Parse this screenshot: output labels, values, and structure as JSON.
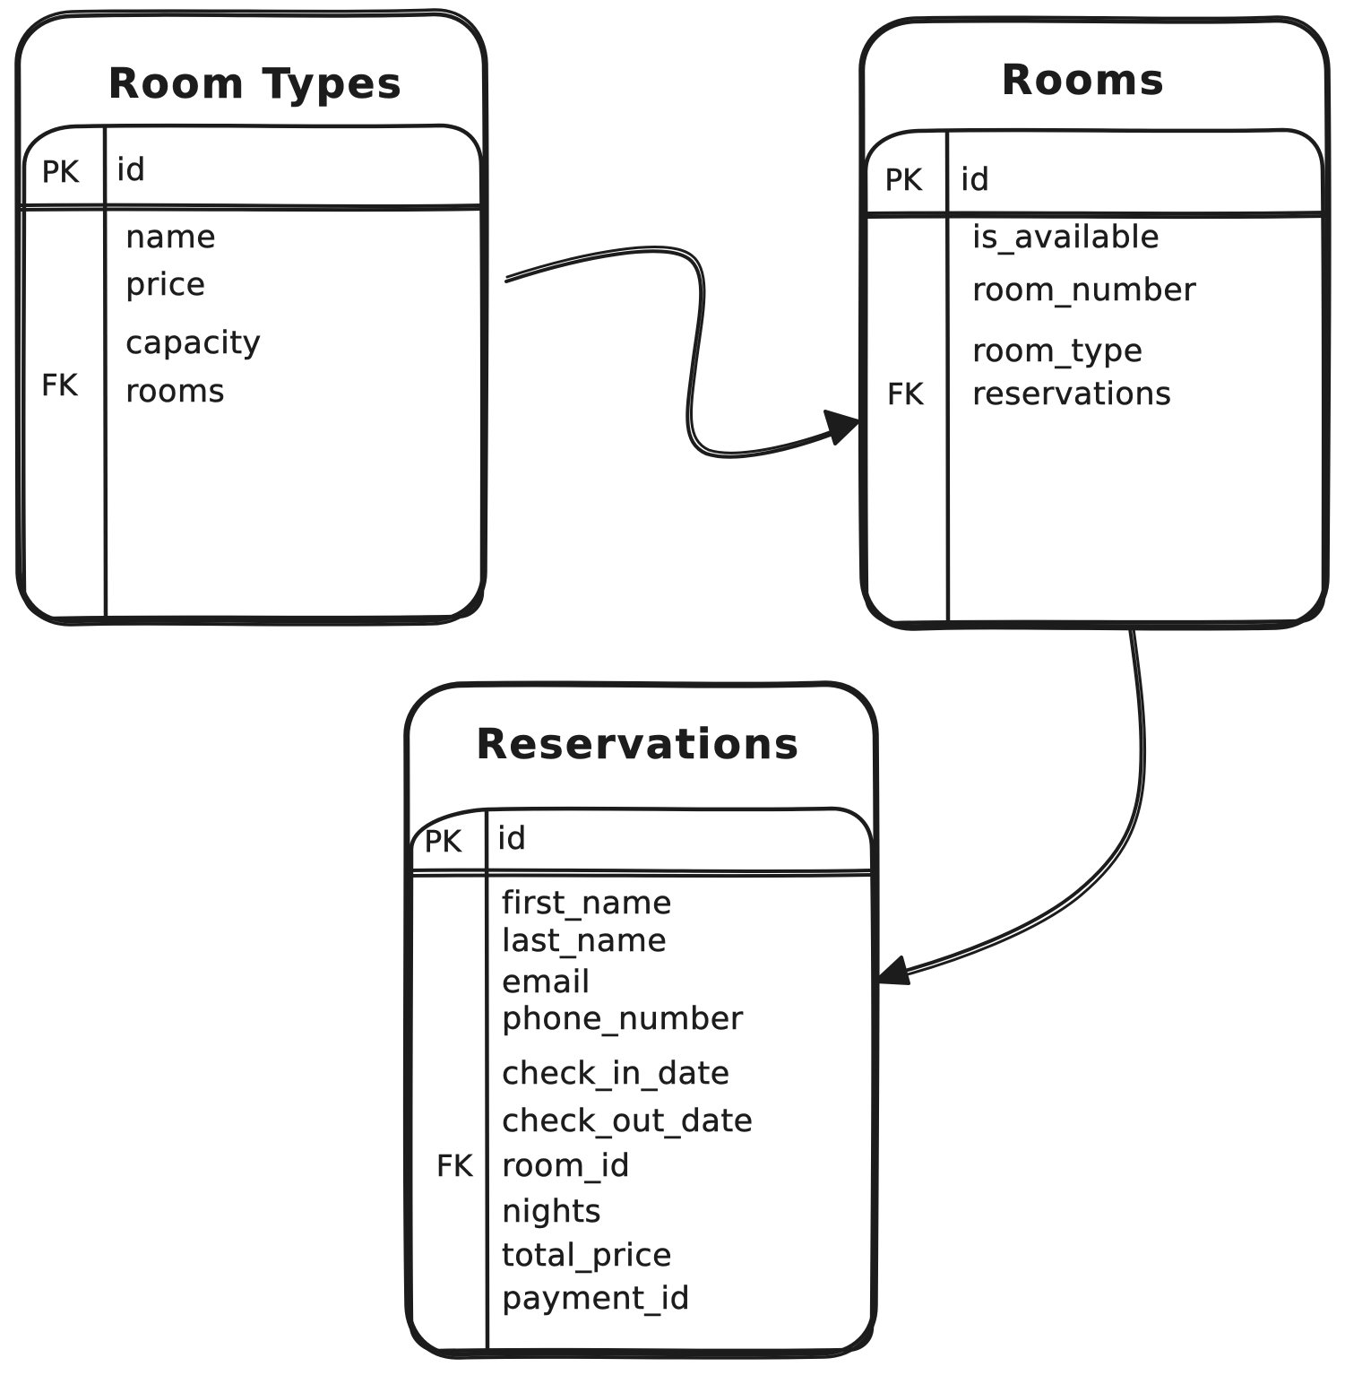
{
  "colors": {
    "ink": "#1c1c1c",
    "background": "#ffffff"
  },
  "tables": {
    "room_types": {
      "title": "Room Types",
      "pk_key": "PK",
      "pk_field": "id",
      "fk_key": "FK",
      "fk_field": "rooms",
      "fields": [
        "name",
        "price",
        "capacity",
        "rooms"
      ]
    },
    "rooms": {
      "title": "Rooms",
      "pk_key": "PK",
      "pk_field": "id",
      "fk_key": "FK",
      "fk_field": "reservations",
      "fields": [
        "is_available",
        "room_number",
        "room_type",
        "reservations"
      ]
    },
    "reservations": {
      "title": "Reservations",
      "pk_key": "PK",
      "pk_field": "id",
      "fk_key": "FK",
      "fk_field": "room_id",
      "fields": [
        "first_name",
        "last_name",
        "email",
        "phone_number",
        "check_in_date",
        "check_out_date",
        "room_id",
        "nights",
        "total_price",
        "payment_id"
      ]
    }
  },
  "relationships": [
    {
      "from": "room_types",
      "to": "rooms"
    },
    {
      "from": "rooms",
      "to": "reservations"
    }
  ]
}
